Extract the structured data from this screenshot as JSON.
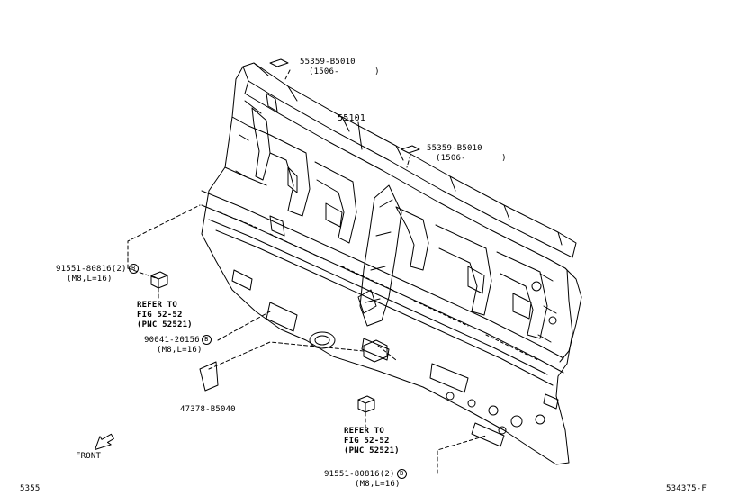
{
  "main_part": {
    "number": "55101"
  },
  "parts": [
    {
      "number": "55359-B5010",
      "date": "(1506-",
      "close": ")"
    },
    {
      "number": "55359-B5010",
      "date": "(1506-",
      "close": ")"
    },
    {
      "number": "91551-80816(2)",
      "marker": "B",
      "spec": "(M8,L=16)"
    },
    {
      "number": "90041-20156",
      "marker": "B",
      "spec": "(M8,L=16)"
    },
    {
      "number": "47378-B5040"
    },
    {
      "number": "91551-80816(2)",
      "marker": "B",
      "spec": "(M8,L=16)"
    }
  ],
  "refer_notes": [
    {
      "line1": "REFER TO",
      "line2": "FIG 52-52",
      "line3": "(PNC 52521)"
    },
    {
      "line1": "REFER TO",
      "line2": "FIG 52-52",
      "line3": "(PNC 52521)"
    }
  ],
  "front_label": "FRONT",
  "footer": {
    "left_code": "5355",
    "right_code": "534375-F"
  }
}
